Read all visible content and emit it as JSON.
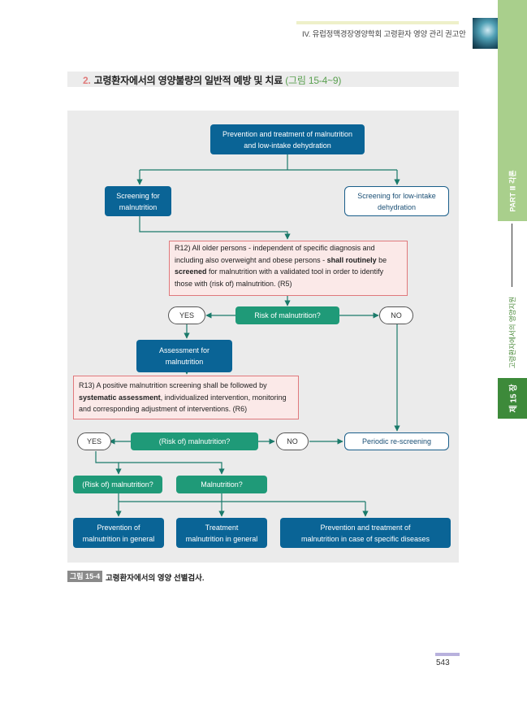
{
  "header": {
    "running_title": "IV. 유럽정맥경장영양학회 고령환자 영양 관리 권고안"
  },
  "side": {
    "part": "PART Ⅱ 각론",
    "chapter_title": "고령환자에서의 영양지원",
    "chapter": "제 15 장"
  },
  "section": {
    "number": "2.",
    "title": "고령환자에서의 영양불량의 일반적 예방 및 치료",
    "figure_ref": "(그림 15-4~9)"
  },
  "flowchart": {
    "top": {
      "line1": "Prevention and treatment of malnutrition",
      "line2": "and low-intake dehydration"
    },
    "screen_malnutrition": {
      "line1": "Screening for",
      "line2": "malnutrition"
    },
    "screen_dehydration": {
      "line1": "Screening for low-intake",
      "line2": "dehydration"
    },
    "r12": {
      "part1": "R12) All older persons - independent of specific diagnosis and including also overweight and obese persons - ",
      "bold1": "shall routinely",
      "part2": " be ",
      "bold2": "screened",
      "part3": " for malnutrition with a validated tool in order to identify those with (risk of) malnutrition. (R5)"
    },
    "yes1": "YES",
    "q_risk1": "Risk of malnutrition?",
    "no1": "NO",
    "assessment": {
      "line1": "Assessment for",
      "line2": "malnutrition"
    },
    "r13": {
      "part1": "R13) A positive malnutrition screening shall be followed by ",
      "bold1": "systematic assessment",
      "part2": ", individualized intervention, monitoring and corresponding adjustment of interventions. (R6)"
    },
    "yes2": "YES",
    "q_risk2": "(Risk of) malnutrition?",
    "no2": "NO",
    "periodic": "Periodic re-screening",
    "q_risk3": "(Risk of) malnutrition?",
    "q_malnutrition": "Malnutrition?",
    "prevention_general": {
      "line1": "Prevention of",
      "line2": "malnutrition in general"
    },
    "treatment_general": {
      "line1": "Treatment",
      "line2": "malnutrition in general"
    },
    "prevention_specific": {
      "line1": "Prevention and treatment of",
      "line2": "malnutrition in case of specific diseases"
    }
  },
  "caption": {
    "tag": "그림 15-4",
    "text": "고령환자에서의 영양 선별검사."
  },
  "page_number": "543",
  "colors": {
    "blue": "#0a6496",
    "green": "#1f9a78",
    "note_bg": "#fbe9e8",
    "note_border": "#e0797c",
    "arrow": "#1a7a6a"
  }
}
